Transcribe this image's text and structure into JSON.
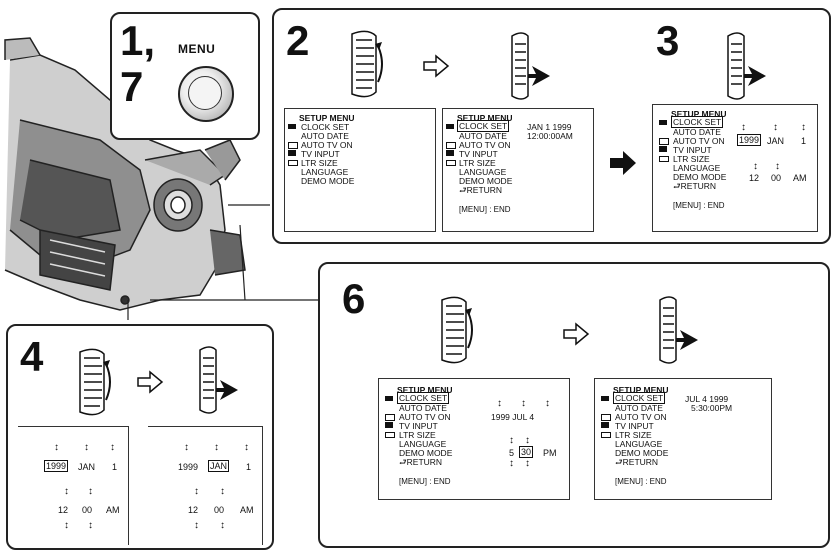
{
  "steps": {
    "s17": {
      "num": "1,\n7",
      "num_line1": "1,",
      "num_line2": "7",
      "button_label": "MENU"
    },
    "s2": {
      "num": "2"
    },
    "s3": {
      "num": "3"
    },
    "s4": {
      "num": "4"
    },
    "s6": {
      "num": "6"
    }
  },
  "menu": {
    "title": "SETUP MENU",
    "items": [
      "CLOCK SET",
      "AUTO DATE",
      "AUTO TV ON",
      "TV INPUT",
      "LTR SIZE",
      "LANGUAGE",
      "DEMO MODE"
    ],
    "return_label": "RETURN",
    "end_label": "[MENU] : END"
  },
  "screens": {
    "s2a": {
      "items": [
        "CLOCK SET",
        "AUTO DATE",
        "AUTO TV ON",
        "TV INPUT",
        "LTR SIZE",
        "LANGUAGE",
        "DEMO MODE"
      ]
    },
    "s2b": {
      "date": "JAN  1 1999",
      "time": "12:00:00AM"
    },
    "s3": {
      "year": "1999",
      "month": "JAN",
      "day": "1",
      "hour": "12",
      "min": "00",
      "ampm": "AM"
    },
    "s4a": {
      "year": "1999",
      "month": "JAN",
      "day": "1",
      "hour": "12",
      "min": "00",
      "ampm": "AM"
    },
    "s4b": {
      "year": "1999",
      "month": "JAN",
      "day": "1",
      "hour": "12",
      "min": "00",
      "ampm": "AM"
    },
    "s6a": {
      "date": "1999 JUL   4",
      "hour": "5",
      "min": "30",
      "ampm": "PM",
      "end": "[MENU] : END"
    },
    "s6b": {
      "date": "JUL  4 1999",
      "time": "5:30:00PM"
    }
  },
  "icons": {
    "arrow_outline": "hollow-right-arrow",
    "arrow_solid": "solid-right-arrow",
    "dial": "control-dial",
    "up_down": "up-down-arrow"
  },
  "colors": {
    "ink": "#111111",
    "paper": "#ffffff"
  }
}
